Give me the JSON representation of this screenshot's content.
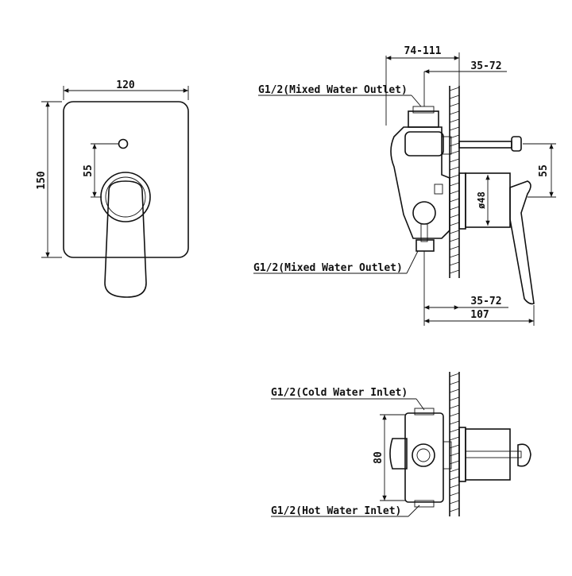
{
  "front_view": {
    "width_label": "120",
    "height_label": "150",
    "offset_label": "55"
  },
  "side_view": {
    "depth_label": "74-111",
    "wall_depth_top_label": "35-72",
    "outlet_top_label": "G1/2(Mixed Water Outlet)",
    "outlet_bottom_label": "G1/2(Mixed Water Outlet)",
    "diameter_label": "ø48",
    "offset_label": "55",
    "wall_depth_bottom_label": "35-72",
    "total_depth_label": "107"
  },
  "plan_view": {
    "cold_inlet_label": "G1/2(Cold Water Inlet)",
    "hot_inlet_label": "G1/2(Hot Water Inlet)",
    "spacing_label": "80"
  }
}
